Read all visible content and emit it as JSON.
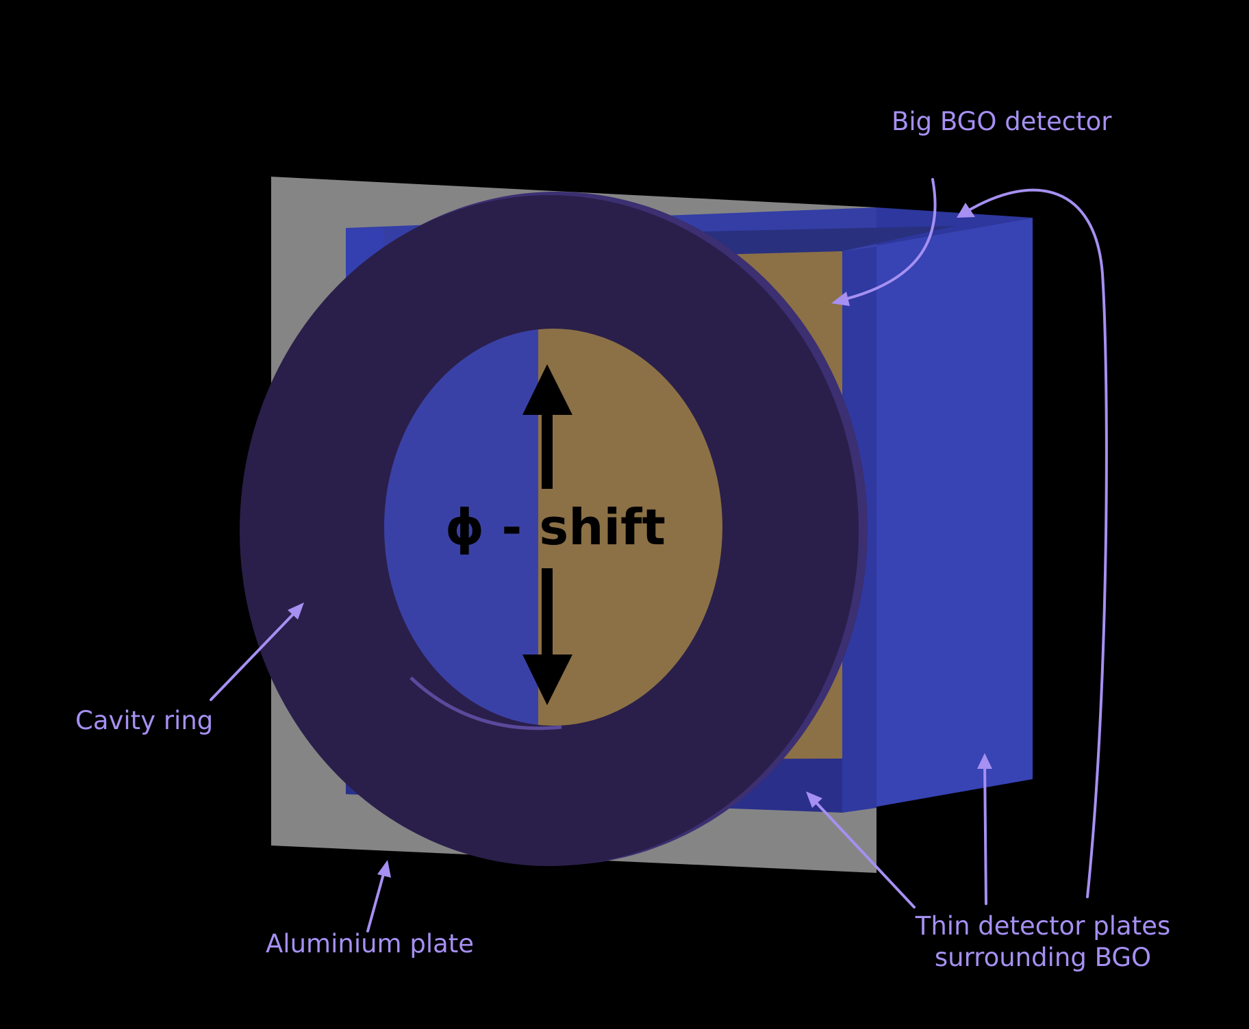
{
  "labels": {
    "big_bgo": "Big BGO detector",
    "cavity_ring": "Cavity ring",
    "aluminium_plate": "Aluminium plate",
    "thin_plates": "Thin detector plates\nsurrounding BGO",
    "phi_shift": "ϕ - shift"
  },
  "colors": {
    "background": "#000000",
    "label": "#a690f2",
    "aluminium": "#858585",
    "blue_plate": "#3a3fae",
    "bgo": "#8c7146",
    "ring": "#2a1f4a"
  }
}
